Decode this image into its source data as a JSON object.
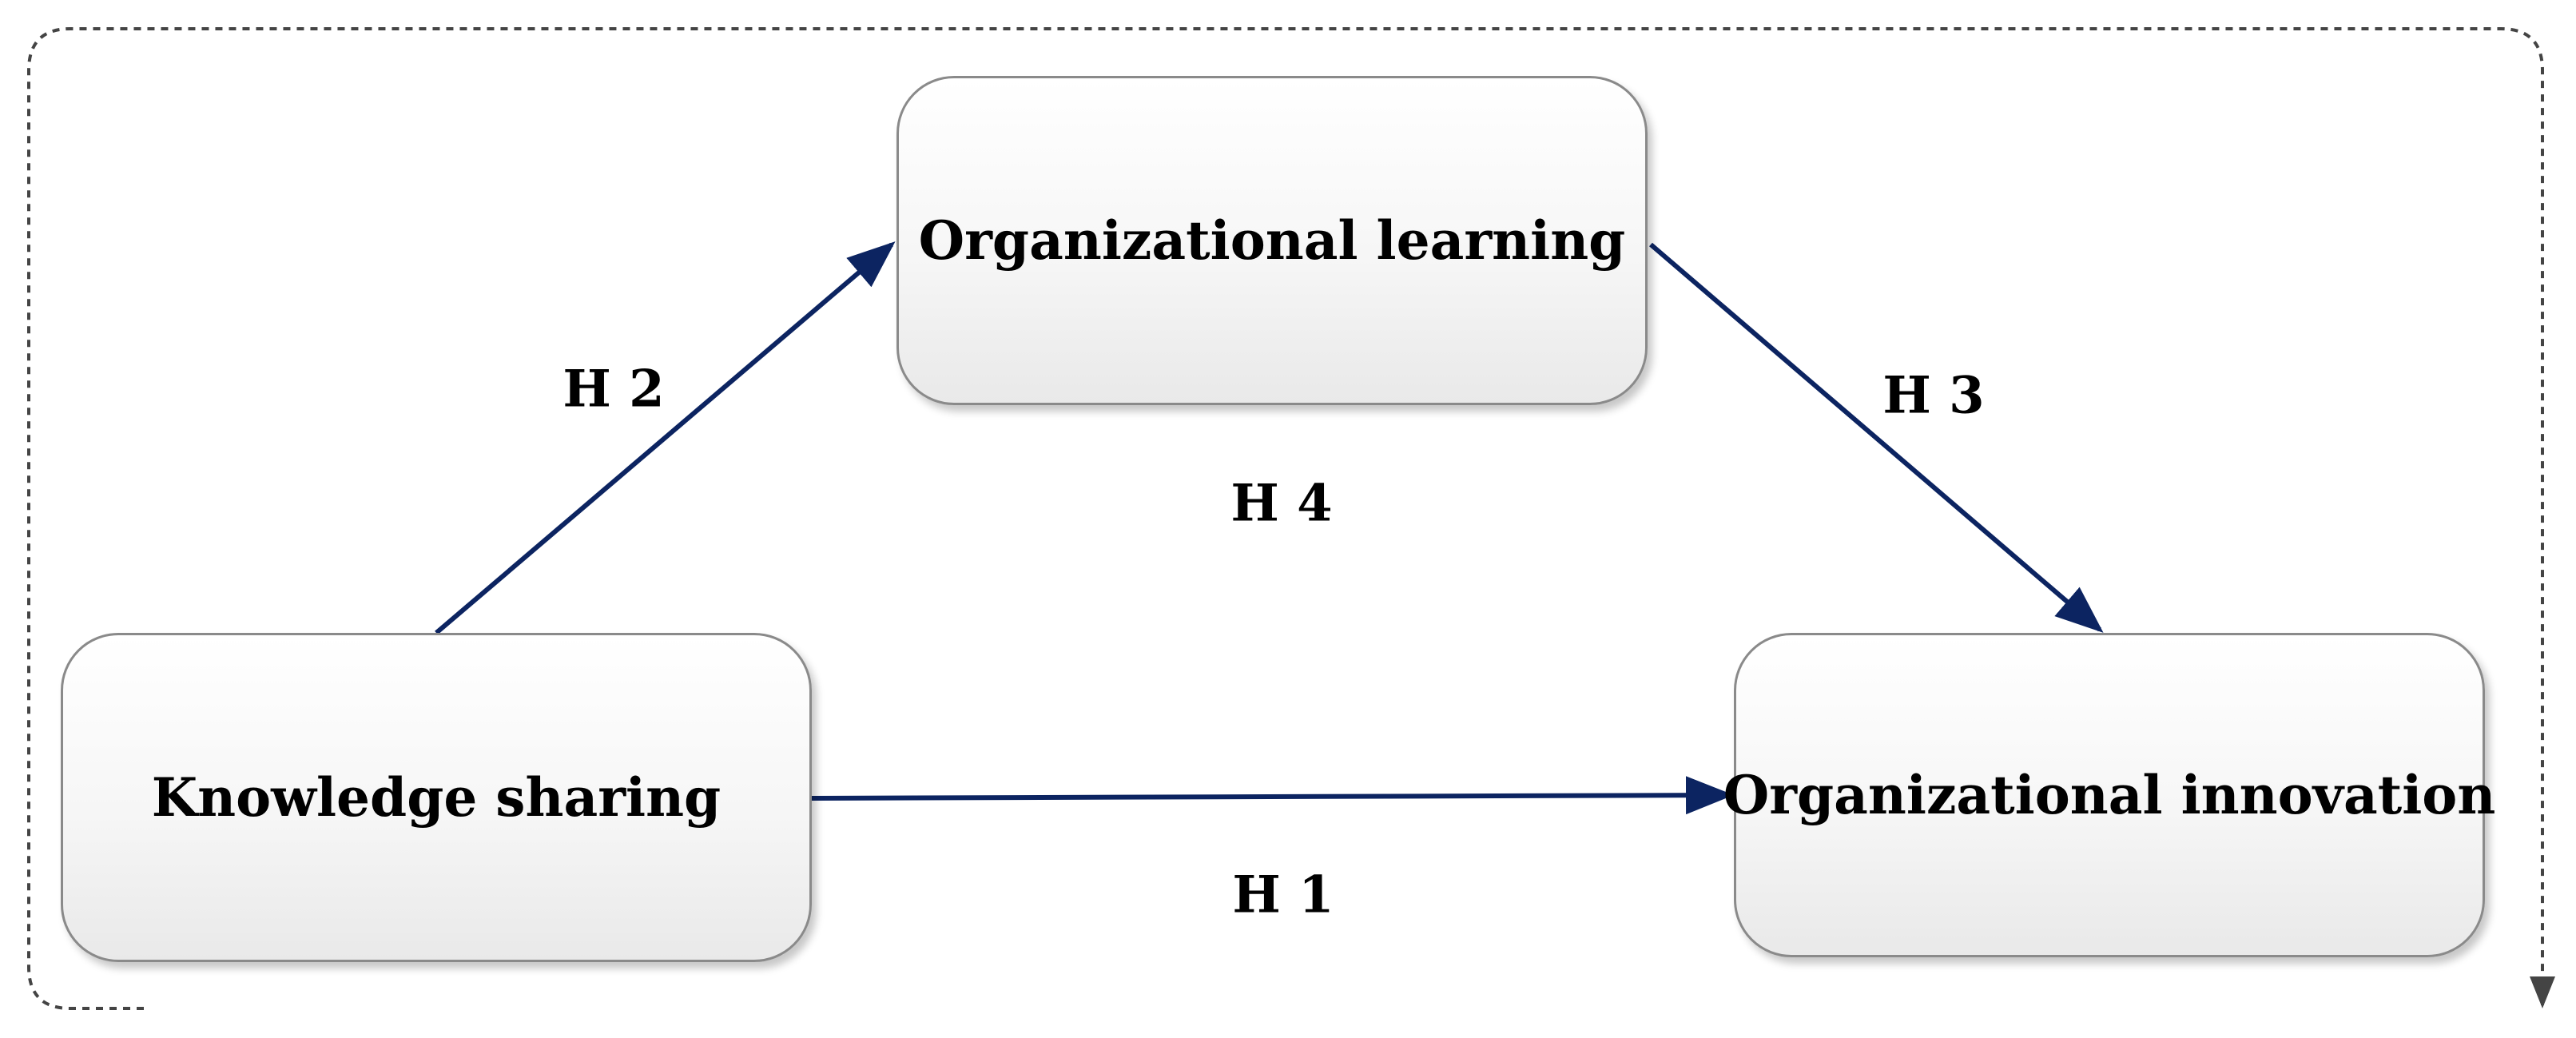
{
  "nodes": {
    "organizational_learning": "Organizational learning",
    "knowledge_sharing": "Knowledge sharing",
    "organizational_innovation": "Organizational innovation"
  },
  "hypotheses": {
    "h1": "H 1",
    "h2": "H 2",
    "h3": "H 3",
    "h4": "H 4"
  },
  "colors": {
    "arrow": "#0c2461",
    "dashed_border": "#444444",
    "box_border": "#8a8a8a"
  }
}
